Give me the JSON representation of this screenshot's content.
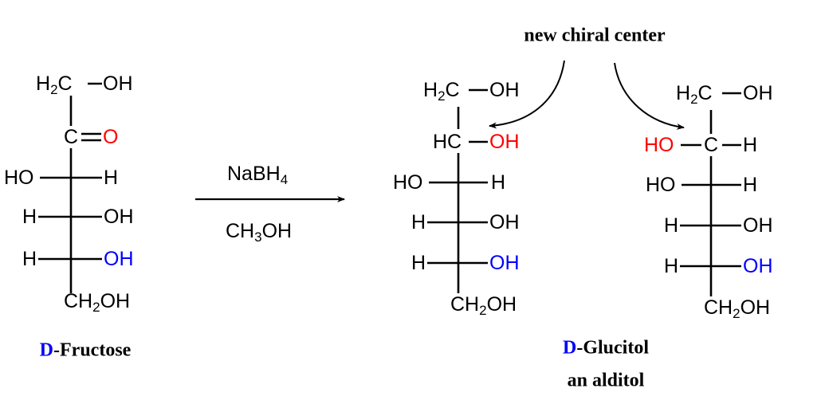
{
  "fructose": {
    "top": {
      "h": "H",
      "sub": "2",
      "c": "C",
      "oh": "OH"
    },
    "carbonyl": {
      "c": "C",
      "o": "O"
    },
    "row1": {
      "left": "HO",
      "right": "H"
    },
    "row2": {
      "left": "H",
      "right": "OH"
    },
    "row3": {
      "left": "H",
      "right": "OH"
    },
    "bottom": {
      "ch": "CH",
      "sub": "2",
      "oh": "OH"
    },
    "name": {
      "d": "D",
      "rest": "-Fructose"
    }
  },
  "reaction": {
    "reagent": {
      "main": "NaBH",
      "sub": "4"
    },
    "solvent": {
      "a": "CH",
      "sub": "3",
      "b": "OH"
    }
  },
  "annotation": "new chiral center",
  "glucitol_a": {
    "top": {
      "h": "H",
      "sub": "2",
      "c": "C",
      "oh": "OH"
    },
    "chiral": {
      "left": "HC",
      "right": "OH"
    },
    "row1": {
      "left": "HO",
      "right": "H"
    },
    "row2": {
      "left": "H",
      "right": "OH"
    },
    "row3": {
      "left": "H",
      "right": "OH"
    },
    "bottom": {
      "ch": "CH",
      "sub": "2",
      "oh": "OH"
    }
  },
  "glucitol_b": {
    "top": {
      "h": "H",
      "sub": "2",
      "c": "C",
      "oh": "OH"
    },
    "chiral": {
      "left": "HO",
      "c": "C",
      "right": "H"
    },
    "row1": {
      "left": "HO",
      "right": "H"
    },
    "row2": {
      "left": "H",
      "right": "OH"
    },
    "row3": {
      "left": "H",
      "right": "OH"
    },
    "bottom": {
      "ch": "CH",
      "sub": "2",
      "oh": "OH"
    }
  },
  "product_name": {
    "d": "D",
    "rest": "-Glucitol",
    "subtitle": "an alditol"
  },
  "colors": {
    "new_oh": "#ff0000",
    "d_config_oh": "#0000ff",
    "text": "#000000"
  }
}
